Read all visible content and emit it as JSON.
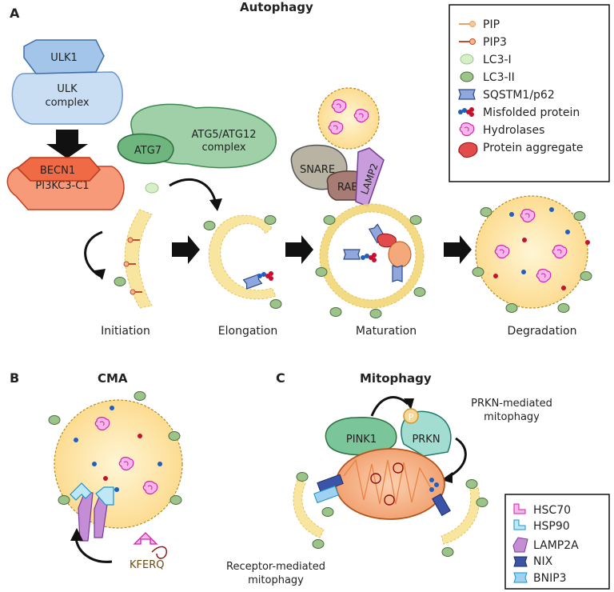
{
  "panels": {
    "a": {
      "letter": "A",
      "title": "Autophagy"
    },
    "b": {
      "letter": "B",
      "title": "CMA"
    },
    "c": {
      "letter": "C",
      "title": "Mitophagy"
    }
  },
  "proteins": {
    "ulk1": "ULK1",
    "ulk_complex_line1": "ULK",
    "ulk_complex_line2": "complex",
    "becn1": "BECN1",
    "pi3kc3": "PI3KC3-C1",
    "atg7": "ATG7",
    "atg5_line1": "ATG5/ATG12",
    "atg5_line2": "complex",
    "snare": "SNARE",
    "rab": "RAB",
    "lamp2": "LAMP2",
    "pink1": "PINK1",
    "prkn": "PRKN",
    "p": "P",
    "kferq": "KFERQ"
  },
  "stages": {
    "initiation": "Initiation",
    "elongation": "Elongation",
    "maturation": "Maturation",
    "degradation": "Degradation"
  },
  "annotations": {
    "prkn_line1": "PRKN-mediated",
    "prkn_line2": "mitophagy",
    "receptor_line1": "Receptor-mediated",
    "receptor_line2": "mitophagy"
  },
  "legend_top": [
    {
      "label": "PIP",
      "icon": "pip-icon"
    },
    {
      "label": "PIP3",
      "icon": "pip3-icon"
    },
    {
      "label": "LC3-I",
      "icon": "lc3-i-icon"
    },
    {
      "label": "LC3-II",
      "icon": "lc3-ii-icon"
    },
    {
      "label": "SQSTM1/p62",
      "icon": "sqstm1-icon"
    },
    {
      "label": "Misfolded protein",
      "icon": "misfolded-protein-icon"
    },
    {
      "label": "Hydrolases",
      "icon": "hydrolase-icon"
    },
    {
      "label": "Protein aggregate",
      "icon": "protein-aggregate-icon"
    }
  ],
  "legend_bottom": [
    {
      "label": "HSC70",
      "icon": "hsc70-icon"
    },
    {
      "label": "HSP90",
      "icon": "hsp90-icon"
    },
    {
      "label": "LAMP2A",
      "icon": "lamp2a-icon"
    },
    {
      "label": "NIX",
      "icon": "nix-icon"
    },
    {
      "label": "BNIP3",
      "icon": "bnip3-icon"
    }
  ],
  "colors": {
    "lysosome_fill": "#fde9a8",
    "lysosome_edge": "#b98a1e",
    "membrane": "#f8e6a0",
    "lc3_ii": "#9cc38a",
    "lc3_i": "#d6efc6",
    "ulk": "#c5dcf3",
    "becn1": "#f47a5a",
    "atg": "#8fc79b",
    "hydrolase": "#e040c0",
    "misfolded_blue": "#1f5fbf",
    "misfolded_red": "#c8102e",
    "sqstm1": "#5a7bc4",
    "hsp90": "#39aee0",
    "lamp2a": "#b36ac8",
    "prkn": "#8fd1c5",
    "mito": "#f4a97a"
  }
}
